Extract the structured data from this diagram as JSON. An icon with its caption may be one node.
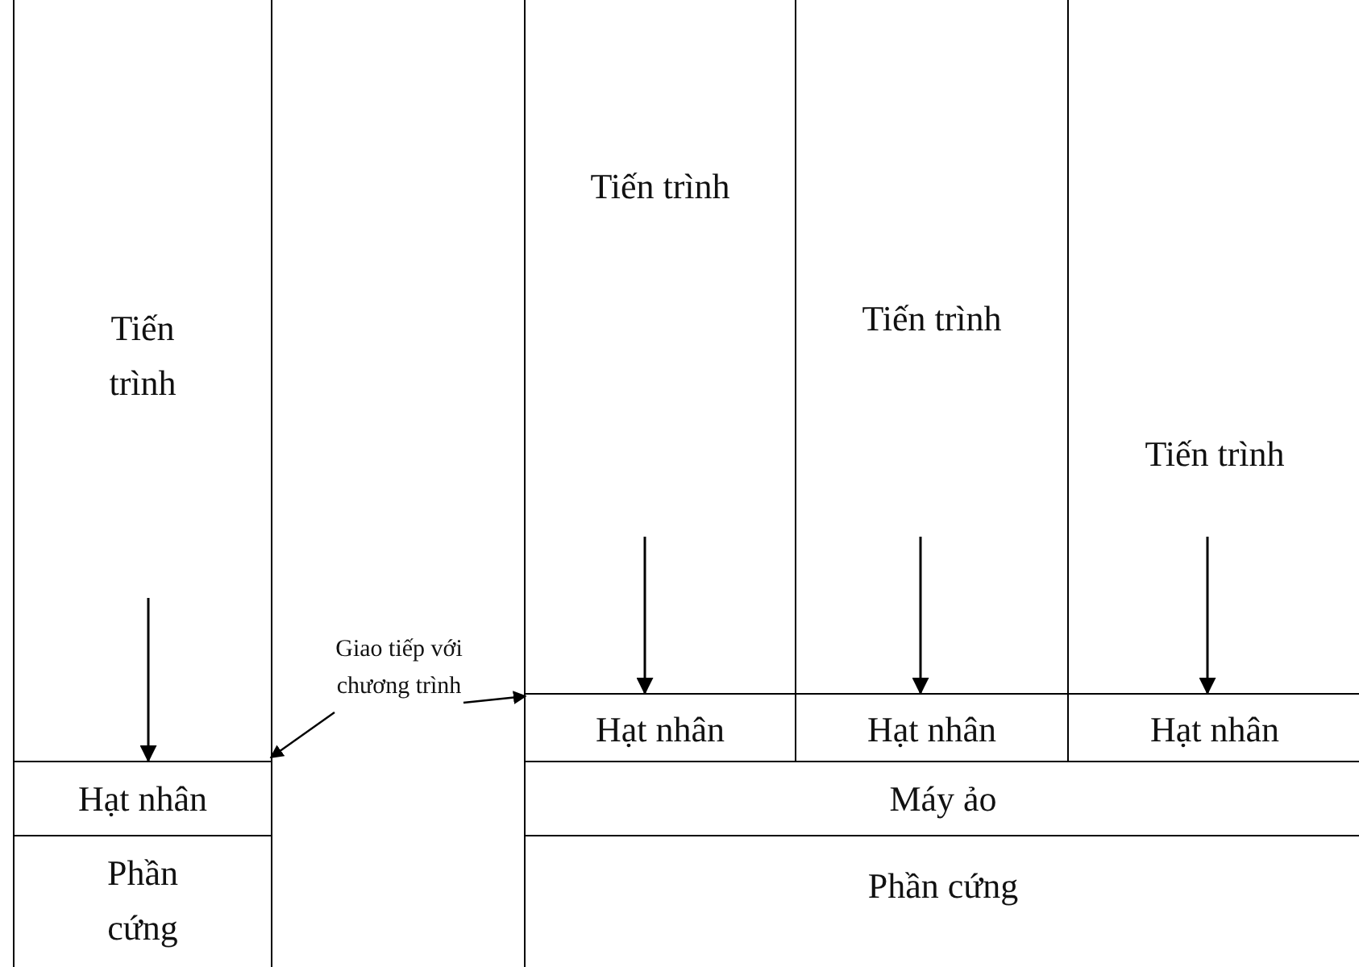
{
  "diagram": {
    "nodes": [
      {
        "text": [
          "Tiến trình"
        ]
      },
      {
        "text": [
          "Hạt nhân"
        ]
      },
      {
        "text": [
          "Phần cứng"
        ]
      },
      {
        "text": [
          "Tiến trình"
        ]
      },
      {
        "text": [
          "Tiến trình"
        ]
      },
      {
        "text": [
          "Tiến trình"
        ]
      },
      {
        "text": [
          "Hạt nhân"
        ]
      },
      {
        "text": [
          "Hạt nhân"
        ]
      },
      {
        "text": [
          "Hạt nhân"
        ]
      },
      {
        "text": [
          "Máy ảo"
        ]
      },
      {
        "text": [
          "Phần cứng"
        ]
      },
      {
        "text": [
          "Giao tiếp với chương trình"
        ]
      }
    ],
    "edges": [
      {
        "from": 0,
        "to": 1,
        "arrow": "to"
      },
      {
        "from": 3,
        "to": 6,
        "arrow": "to"
      },
      {
        "from": 4,
        "to": 7,
        "arrow": "to"
      },
      {
        "from": 5,
        "to": 8,
        "arrow": "to"
      },
      {
        "from": 11,
        "to": 1,
        "arrow": "to"
      },
      {
        "from": 11,
        "to": 6,
        "arrow": "to"
      }
    ]
  }
}
